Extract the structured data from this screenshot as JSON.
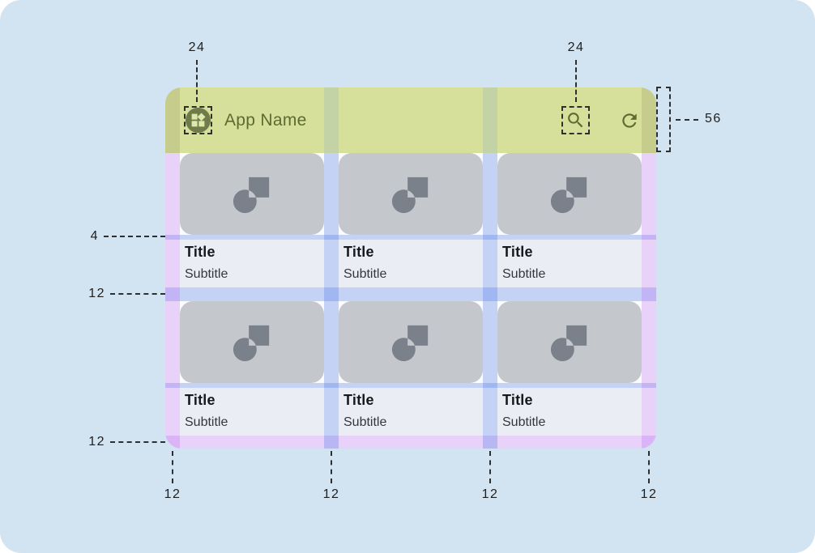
{
  "appbar": {
    "title": "App Name",
    "leading_icon": "widgets-icon",
    "action_icons": [
      "search-icon",
      "refresh-icon"
    ]
  },
  "cards": [
    {
      "title": "Title",
      "subtitle": "Subtitle"
    },
    {
      "title": "Title",
      "subtitle": "Subtitle"
    },
    {
      "title": "Title",
      "subtitle": "Subtitle"
    },
    {
      "title": "Title",
      "subtitle": "Subtitle"
    },
    {
      "title": "Title",
      "subtitle": "Subtitle"
    },
    {
      "title": "Title",
      "subtitle": "Subtitle"
    }
  ],
  "annotations": {
    "leading_icon_size": "24",
    "action_icon_size": "24",
    "appbar_height": "56",
    "image_text_gap": "4",
    "row_gap": "12",
    "bottom_margin": "12",
    "bottom_edge_labels": [
      "12",
      "12",
      "12",
      "12"
    ]
  },
  "colors": {
    "canvas_background": "#d2e3f1",
    "appbar_green": "#d6e09a",
    "appbar_margin_khaki": "#c5cc8c",
    "appbar_gutter_sage": "#c3d3a6",
    "margin_overlay_purple": "rgba(189,111,241,0.30)",
    "gutter_overlay_blue": "rgba(101,137,233,0.36)",
    "card_image_gray": "#c4c7cc",
    "card_icon_gray": "#7b818b",
    "title_block_bg": "#eaedf3",
    "olive_icon_text": "#5d6a31",
    "annotation_ink": "#1e1e1e"
  }
}
